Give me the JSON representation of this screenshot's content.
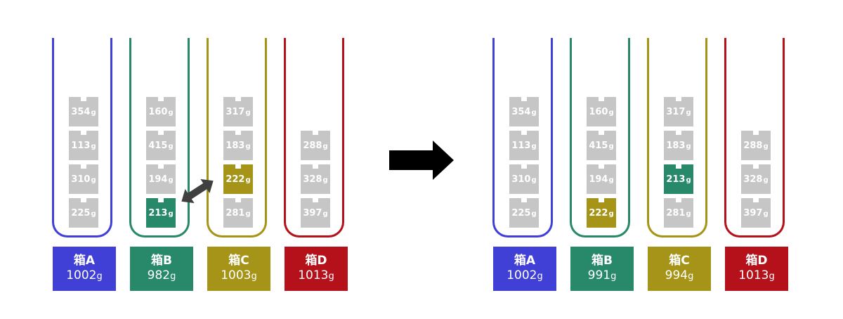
{
  "colors": {
    "A": "#4040d6",
    "B": "#27896a",
    "C": "#a59417",
    "D": "#b4111b",
    "item": "#c6c6c6"
  },
  "icons": {
    "swap": "double-headed-arrow",
    "transition": "right-arrow"
  },
  "before": {
    "boxes": [
      {
        "key": "A",
        "name": "箱A",
        "total": "1002",
        "unit": "g",
        "items": [
          {
            "w": "354",
            "unit": "g"
          },
          {
            "w": "113",
            "unit": "g"
          },
          {
            "w": "310",
            "unit": "g"
          },
          {
            "w": "225",
            "unit": "g"
          }
        ]
      },
      {
        "key": "B",
        "name": "箱B",
        "total": "982",
        "unit": "g",
        "items": [
          {
            "w": "160",
            "unit": "g"
          },
          {
            "w": "415",
            "unit": "g"
          },
          {
            "w": "194",
            "unit": "g"
          },
          {
            "w": "213",
            "unit": "g",
            "highlight": "B"
          }
        ]
      },
      {
        "key": "C",
        "name": "箱C",
        "total": "1003",
        "unit": "g",
        "items": [
          {
            "w": "317",
            "unit": "g"
          },
          {
            "w": "183",
            "unit": "g"
          },
          {
            "w": "222",
            "unit": "g",
            "highlight": "C"
          },
          {
            "w": "281",
            "unit": "g"
          }
        ]
      },
      {
        "key": "D",
        "name": "箱D",
        "total": "1013",
        "unit": "g",
        "items": [
          {
            "w": "288",
            "unit": "g"
          },
          {
            "w": "328",
            "unit": "g"
          },
          {
            "w": "397",
            "unit": "g"
          }
        ]
      }
    ]
  },
  "after": {
    "boxes": [
      {
        "key": "A",
        "name": "箱A",
        "total": "1002",
        "unit": "g",
        "items": [
          {
            "w": "354",
            "unit": "g"
          },
          {
            "w": "113",
            "unit": "g"
          },
          {
            "w": "310",
            "unit": "g"
          },
          {
            "w": "225",
            "unit": "g"
          }
        ]
      },
      {
        "key": "B",
        "name": "箱B",
        "total": "991",
        "unit": "g",
        "items": [
          {
            "w": "160",
            "unit": "g"
          },
          {
            "w": "415",
            "unit": "g"
          },
          {
            "w": "194",
            "unit": "g"
          },
          {
            "w": "222",
            "unit": "g",
            "highlight": "C"
          }
        ]
      },
      {
        "key": "C",
        "name": "箱C",
        "total": "994",
        "unit": "g",
        "items": [
          {
            "w": "317",
            "unit": "g"
          },
          {
            "w": "183",
            "unit": "g"
          },
          {
            "w": "213",
            "unit": "g",
            "highlight": "B"
          },
          {
            "w": "281",
            "unit": "g"
          }
        ]
      },
      {
        "key": "D",
        "name": "箱D",
        "total": "1013",
        "unit": "g",
        "items": [
          {
            "w": "288",
            "unit": "g"
          },
          {
            "w": "328",
            "unit": "g"
          },
          {
            "w": "397",
            "unit": "g"
          }
        ]
      }
    ]
  }
}
